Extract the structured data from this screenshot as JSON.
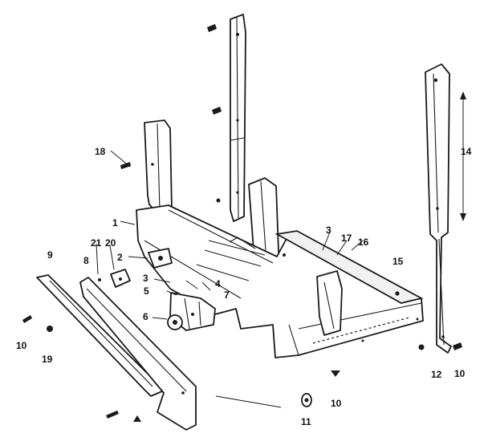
{
  "callouts": [
    {
      "id": "c1",
      "text": "1"
    },
    {
      "id": "c2",
      "text": "2"
    },
    {
      "id": "c3a",
      "text": "3"
    },
    {
      "id": "c3b",
      "text": "3"
    },
    {
      "id": "c4",
      "text": "4"
    },
    {
      "id": "c5",
      "text": "5"
    },
    {
      "id": "c6",
      "text": "6"
    },
    {
      "id": "c7",
      "text": "7"
    },
    {
      "id": "c8",
      "text": "8"
    },
    {
      "id": "c9",
      "text": "9"
    },
    {
      "id": "c10a",
      "text": "10"
    },
    {
      "id": "c10b",
      "text": "10"
    },
    {
      "id": "c10c",
      "text": "10"
    },
    {
      "id": "c11",
      "text": "11"
    },
    {
      "id": "c12",
      "text": "12"
    },
    {
      "id": "c14",
      "text": "14"
    },
    {
      "id": "c15",
      "text": "15"
    },
    {
      "id": "c16",
      "text": "16"
    },
    {
      "id": "c17",
      "text": "17"
    },
    {
      "id": "c18",
      "text": "18"
    },
    {
      "id": "c19",
      "text": "19"
    },
    {
      "id": "c20",
      "text": "20"
    },
    {
      "id": "c21",
      "text": "21"
    }
  ]
}
